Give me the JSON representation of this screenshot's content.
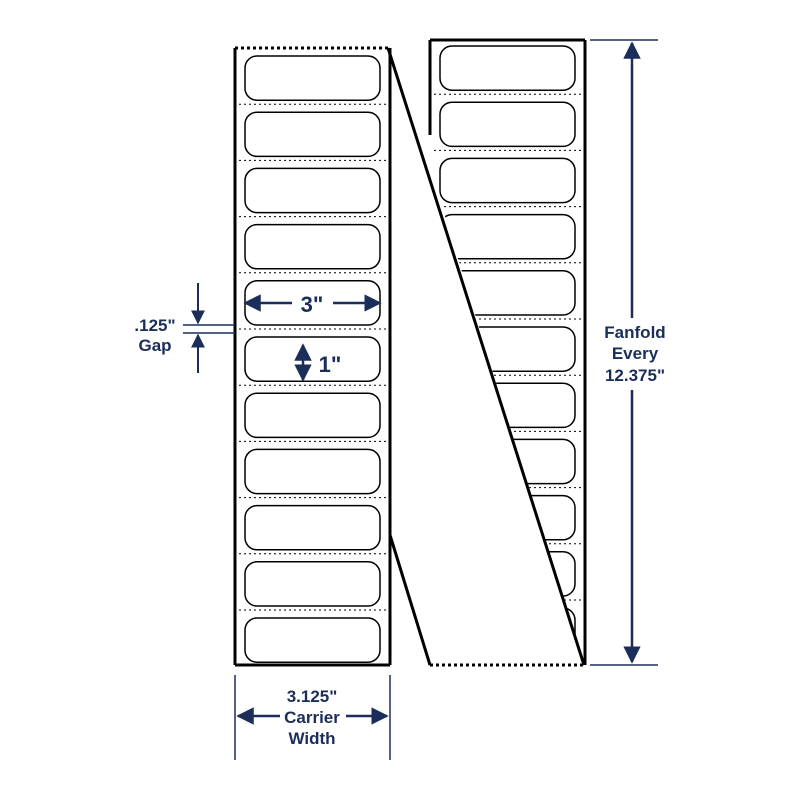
{
  "colors": {
    "ink": "#000000",
    "dimension": "#1b2e5a",
    "paper": "#ffffff"
  },
  "labels": {
    "label_width": "3\"",
    "label_height": "1\"",
    "gap_value": ".125\"",
    "gap_word": "Gap",
    "carrier_value": "3.125\"",
    "carrier_word_1": "Carrier",
    "carrier_word_2": "Width",
    "fanfold_word_1": "Fanfold",
    "fanfold_word_2": "Every",
    "fanfold_value": "12.375\""
  },
  "sheet": {
    "left_panel_label_count": 11,
    "right_panel_label_count": 11
  }
}
